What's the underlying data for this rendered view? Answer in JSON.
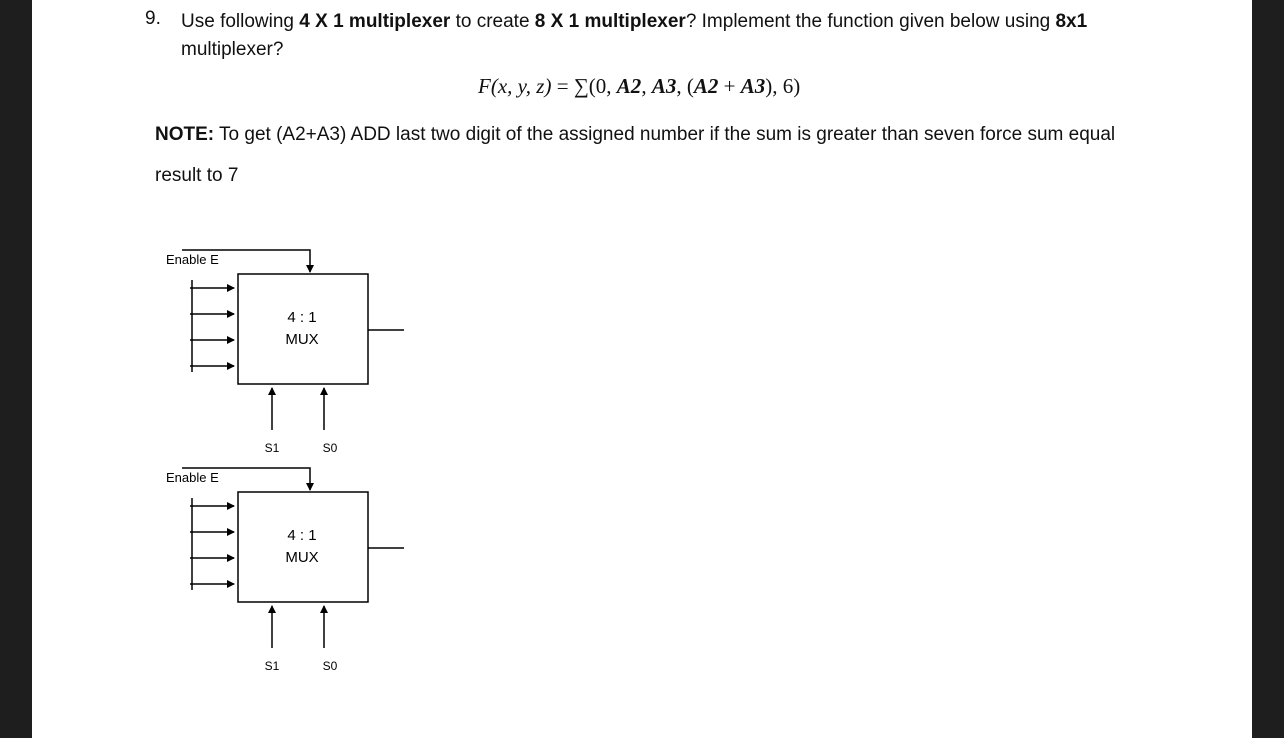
{
  "question": {
    "number": "9.",
    "parts": [
      {
        "t": "Use following ",
        "b": false
      },
      {
        "t": "4 X 1 multiplexer",
        "b": true
      },
      {
        "t": " to create ",
        "b": false
      },
      {
        "t": "8 X 1 multiplexer",
        "b": true
      },
      {
        "t": "? Implement the function given below using ",
        "b": false
      },
      {
        "t": "8x1",
        "b": true
      },
      {
        "t": " multiplexer?",
        "b": false
      }
    ]
  },
  "formula": {
    "lhs": "F(x, y, z)",
    "eq": " = ∑(0, ",
    "a2": "A2",
    "c1": ", ",
    "a3": "A3",
    "c2": ", (",
    "a2b": "A2",
    "plus": " + ",
    "a3b": "A3",
    "tail": "), 6)"
  },
  "note": {
    "label": "NOTE:",
    "text": " To get (A2+A3) ADD last two digit of the assigned number if the sum is greater than seven force sum equal",
    "line2": "result to 7"
  },
  "mux": {
    "enable_label": "Enable E",
    "title_line1": "4 : 1",
    "title_line2": "MUX",
    "s1": "S1",
    "s0": "S0"
  }
}
